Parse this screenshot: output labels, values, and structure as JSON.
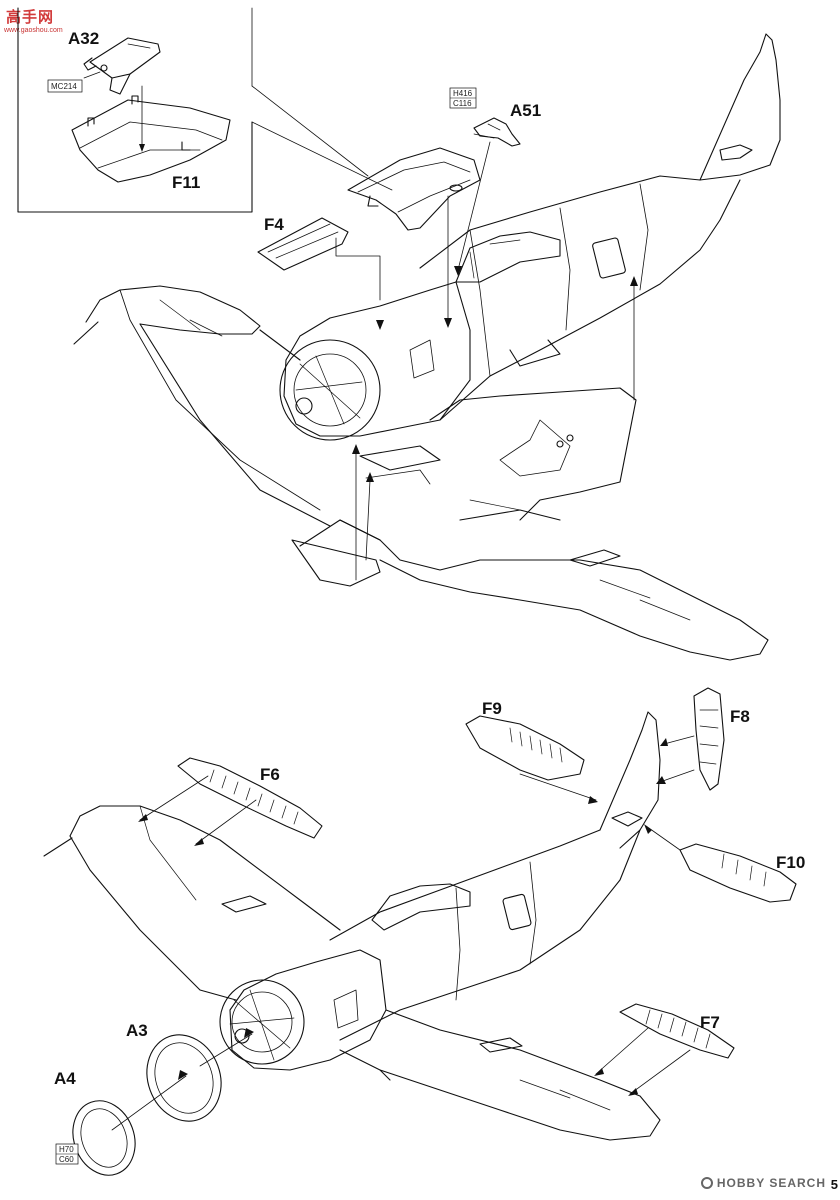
{
  "watermark": {
    "logo_text": "高手网",
    "url": "www.gaoshou.com",
    "brand": "HOBBY SEARCH"
  },
  "page_number": "5",
  "parts": {
    "a32": "A32",
    "f11": "F11",
    "a51": "A51",
    "f4": "F4",
    "f9": "F9",
    "f8": "F8",
    "f6": "F6",
    "f10": "F10",
    "a3": "A3",
    "a4": "A4",
    "f7": "F7"
  },
  "codes": {
    "mc214": "MC214",
    "h416": "H416",
    "c116": "C116",
    "h70": "H70",
    "c60": "C60"
  }
}
